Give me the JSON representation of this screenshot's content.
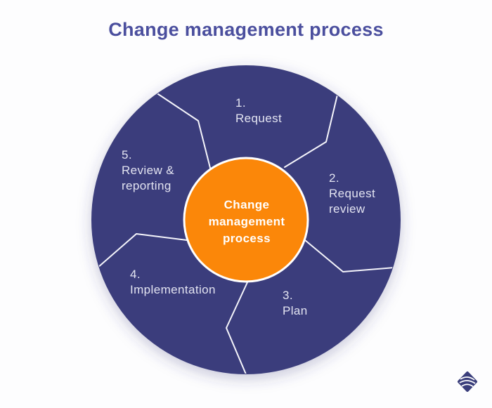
{
  "title": "Change management process",
  "center": {
    "label": "Change\nmanagement\nprocess"
  },
  "segments": [
    {
      "number": "1.",
      "label": "Request"
    },
    {
      "number": "2.",
      "label": "Request\nreview"
    },
    {
      "number": "3.",
      "label": "Plan"
    },
    {
      "number": "4.",
      "label": "Implementation"
    },
    {
      "number": "5.",
      "label": "Review &\nreporting"
    }
  ],
  "icons": {
    "brand_logo": "diamond-swirl-logo"
  },
  "colors": {
    "background": "#FDFDFE",
    "title": "#4B4F9E",
    "wheel": "#3A3E7B",
    "center_circle": "#FB8709",
    "divider": "#F5F5FB",
    "segment_text": "#E3E4F1",
    "center_text": "#FFFFFF"
  }
}
